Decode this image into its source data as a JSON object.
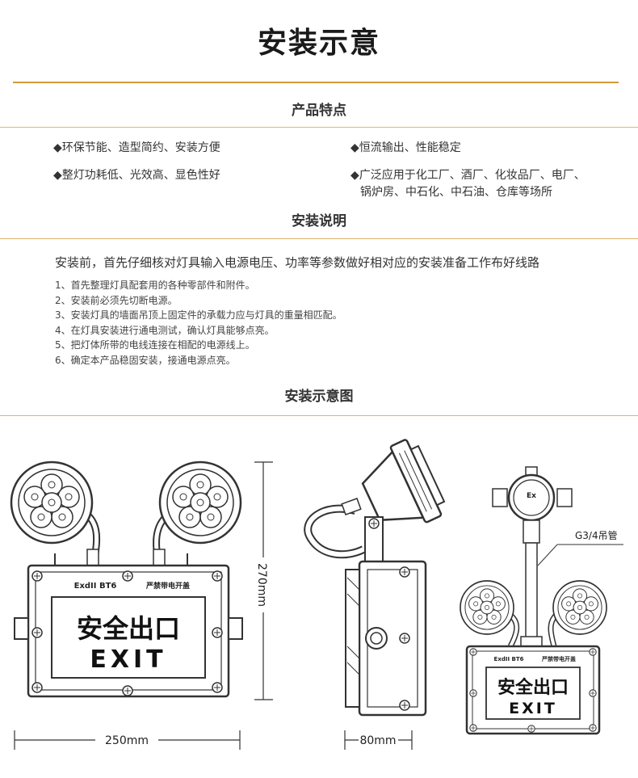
{
  "page_title": "安装示意",
  "features": {
    "title": "产品特点",
    "items": [
      "◆环保节能、造型简约、安装方便",
      "◆恒流输出、性能稳定",
      "◆整灯功耗低、光效高、显色性好",
      "◆广泛应用于化工厂、酒厂、化妆品厂、电厂、",
      "锅炉房、中石化、中石油、仓库等场所"
    ]
  },
  "instructions": {
    "title": "安装说明",
    "intro": "安装前，首先仔细核对灯具输入电源电压、功率等参数做好相对应的安装准备工作布好线路",
    "steps": [
      "1、首先整理灯具配套用的各种零部件和附件。",
      "2、安装前必须先切断电源。",
      "3、安装灯具的墙面吊顶上固定件的承载力应与灯具的重量相匹配。",
      "4、在灯具安装进行通电测试，确认灯具能够点亮。",
      "5、把灯体所带的电线连接在相配的电源线上。",
      "6、确定本产品稳固安装，接通电源点亮。"
    ]
  },
  "diagram": {
    "title": "安装示意图",
    "label_model": "ExdII BT6",
    "label_warning": "严禁带电开盖",
    "sign_cn": "安全出口",
    "sign_en": "EXIT",
    "dim_height": "270mm",
    "dim_width": "250mm",
    "dim_depth": "80mm",
    "pipe_label": "G3/4吊管",
    "ex_mark": "Ex"
  }
}
